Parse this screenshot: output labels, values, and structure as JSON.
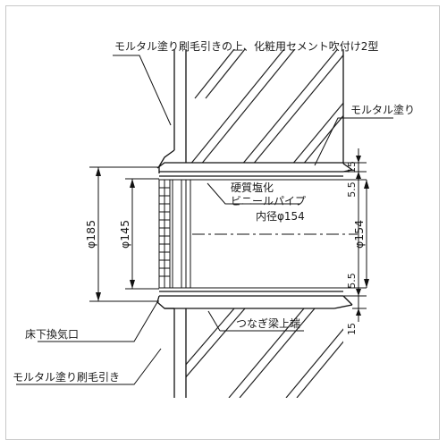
{
  "labels": {
    "top_finish": "モルタル塗り刷毛引きの上、化粧用セメント吹付け2型",
    "mortar": "モルタル塗り",
    "pipe_material_1": "硬質塩化",
    "pipe_material_2": "ビニールパイプ",
    "inner_diameter": "内径φ154",
    "floor_vent": "床下換気口",
    "beam_top": "つなぎ梁上端",
    "mortar_brush": "モルタル塗り刷毛引き"
  },
  "dimensions": {
    "d185": "φ185",
    "d145": "φ145",
    "d154": "φ154",
    "top15": "15",
    "top55": "5.5",
    "bot55": "5.5",
    "bot15": "15"
  }
}
